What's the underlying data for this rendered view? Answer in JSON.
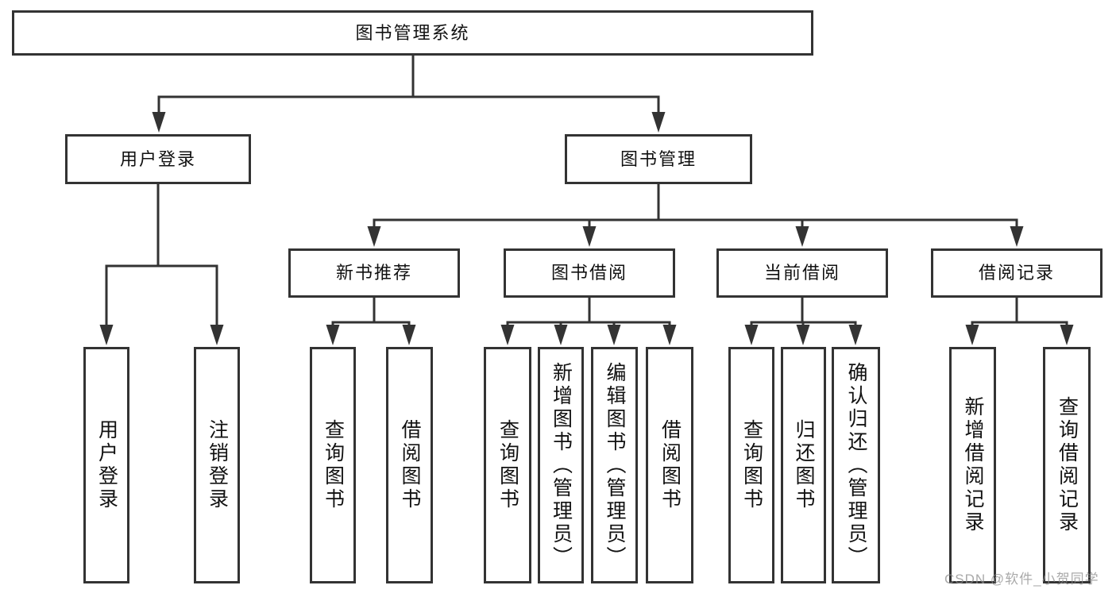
{
  "diagram": {
    "root": "图书管理系统",
    "branches": {
      "user_login": "用户登录",
      "book_mgmt": "图书管理"
    },
    "modules": {
      "new_books": "新书推荐",
      "book_borrow": "图书借阅",
      "current_borrow": "当前借阅",
      "borrow_records": "借阅记录"
    },
    "leaves": {
      "user_login": [
        "用户登录",
        "注销登录"
      ],
      "new_books": [
        "查询图书",
        "借阅图书"
      ],
      "book_borrow": [
        "查询图书",
        "新增图书（管理员）",
        "编辑图书（管理员）",
        "借阅图书"
      ],
      "current_borrow": [
        "查询图书",
        "归还图书",
        "确认归还（管理员）"
      ],
      "borrow_records": [
        "新增借阅记录",
        "查询借阅记录"
      ]
    }
  },
  "watermark": "CSDN @软件_小贺同学",
  "colors": {
    "line": "#333333",
    "text": "#111111",
    "background": "#ffffff",
    "watermark": "#8c8c8c"
  }
}
